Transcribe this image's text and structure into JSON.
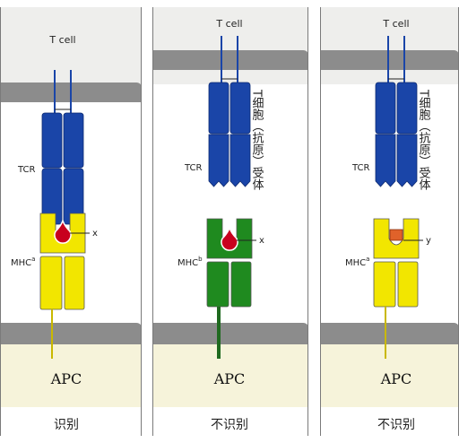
{
  "panels": [
    {
      "t_cell_label": "T cell",
      "tcr_label": "TCR",
      "mhc_label": "MHC",
      "mhc_superscript": "a",
      "antigen_label": "x",
      "apc_label": "APC",
      "caption": "识别",
      "side_label": "",
      "mhc_color": "#f2e600",
      "antigen_color": "#c8001e",
      "antigen_shape": "drop",
      "tcr_docked": true
    },
    {
      "t_cell_label": "T cell",
      "tcr_label": "TCR",
      "mhc_label": "MHC",
      "mhc_superscript": "b",
      "antigen_label": "x",
      "apc_label": "APC",
      "caption": "不识别",
      "side_label": "T细胞（抗原）受体",
      "mhc_color": "#1f8a1f",
      "antigen_color": "#c8001e",
      "antigen_shape": "drop",
      "tcr_docked": false
    },
    {
      "t_cell_label": "T cell",
      "tcr_label": "TCR",
      "mhc_label": "MHC",
      "mhc_superscript": "a",
      "antigen_label": "y",
      "apc_label": "APC",
      "caption": "不识别",
      "side_label": "T细胞（抗原）受体",
      "mhc_color": "#f2e600",
      "antigen_color": "#e0622a",
      "antigen_shape": "block",
      "tcr_docked": false
    }
  ],
  "colors": {
    "tcr_blue": "#1a45a8",
    "t_cell_bg": "#eeeeec",
    "membrane": "#8c8c8c",
    "apc_bg": "#f6f3da",
    "panel_border": "#7a7a7a"
  }
}
